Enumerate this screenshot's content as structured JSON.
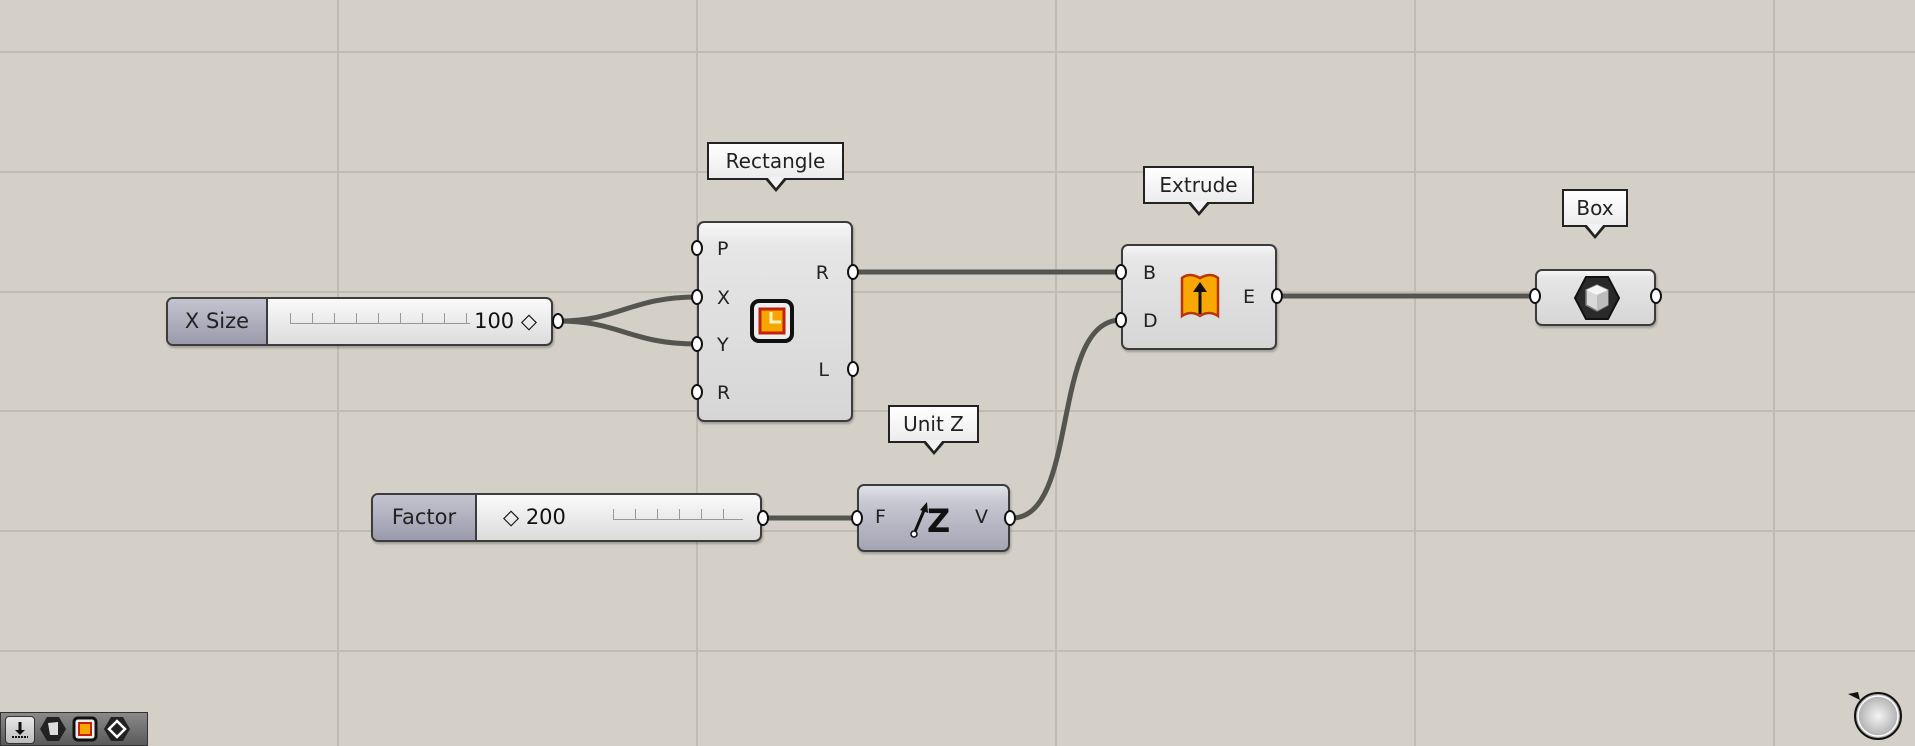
{
  "canvas": {
    "background": "#d4d0c8",
    "grid_color": "#c0bcb4",
    "wire_color": "#55554f"
  },
  "sliders": {
    "x_size": {
      "label": "X Size",
      "value": "100 ◇"
    },
    "factor": {
      "label": "Factor",
      "value": "◇ 200"
    }
  },
  "components": {
    "rectangle": {
      "tag": "Rectangle",
      "inputs": [
        "P",
        "X",
        "Y",
        "R"
      ],
      "outputs": [
        "R",
        "L"
      ],
      "icon": "rectangle-icon"
    },
    "extrude": {
      "tag": "Extrude",
      "inputs": [
        "B",
        "D"
      ],
      "outputs": [
        "E"
      ],
      "icon": "extrude-icon"
    },
    "box": {
      "tag": "Box",
      "icon": "box-icon"
    },
    "unit_z": {
      "tag": "Unit Z",
      "inputs": [
        "F"
      ],
      "outputs": [
        "V"
      ],
      "icon": "unit-z-icon",
      "icon_text": "Z"
    }
  },
  "toolbar": {
    "icons": [
      "bake-icon",
      "surface-icon",
      "rectangle-icon",
      "transform-icon"
    ]
  },
  "navigation": {
    "icon": "navigation-compass-icon"
  }
}
